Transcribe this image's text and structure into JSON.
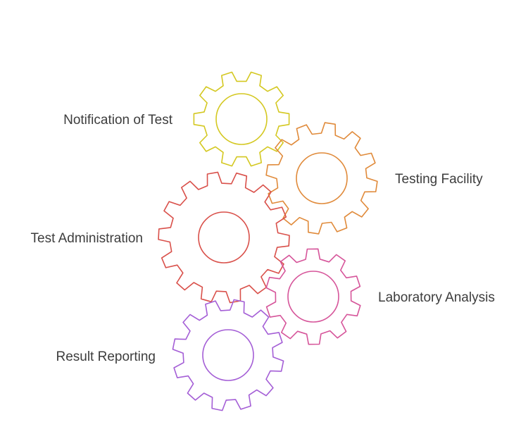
{
  "diagram": {
    "steps": [
      {
        "label": "Notification of Test",
        "color": "#d4c821"
      },
      {
        "label": "Testing Facility",
        "color": "#e08a3a"
      },
      {
        "label": "Test Administration",
        "color": "#d9504a"
      },
      {
        "label": "Laboratory Analysis",
        "color": "#d6559a"
      },
      {
        "label": "Result Reporting",
        "color": "#a45ed6"
      }
    ]
  }
}
